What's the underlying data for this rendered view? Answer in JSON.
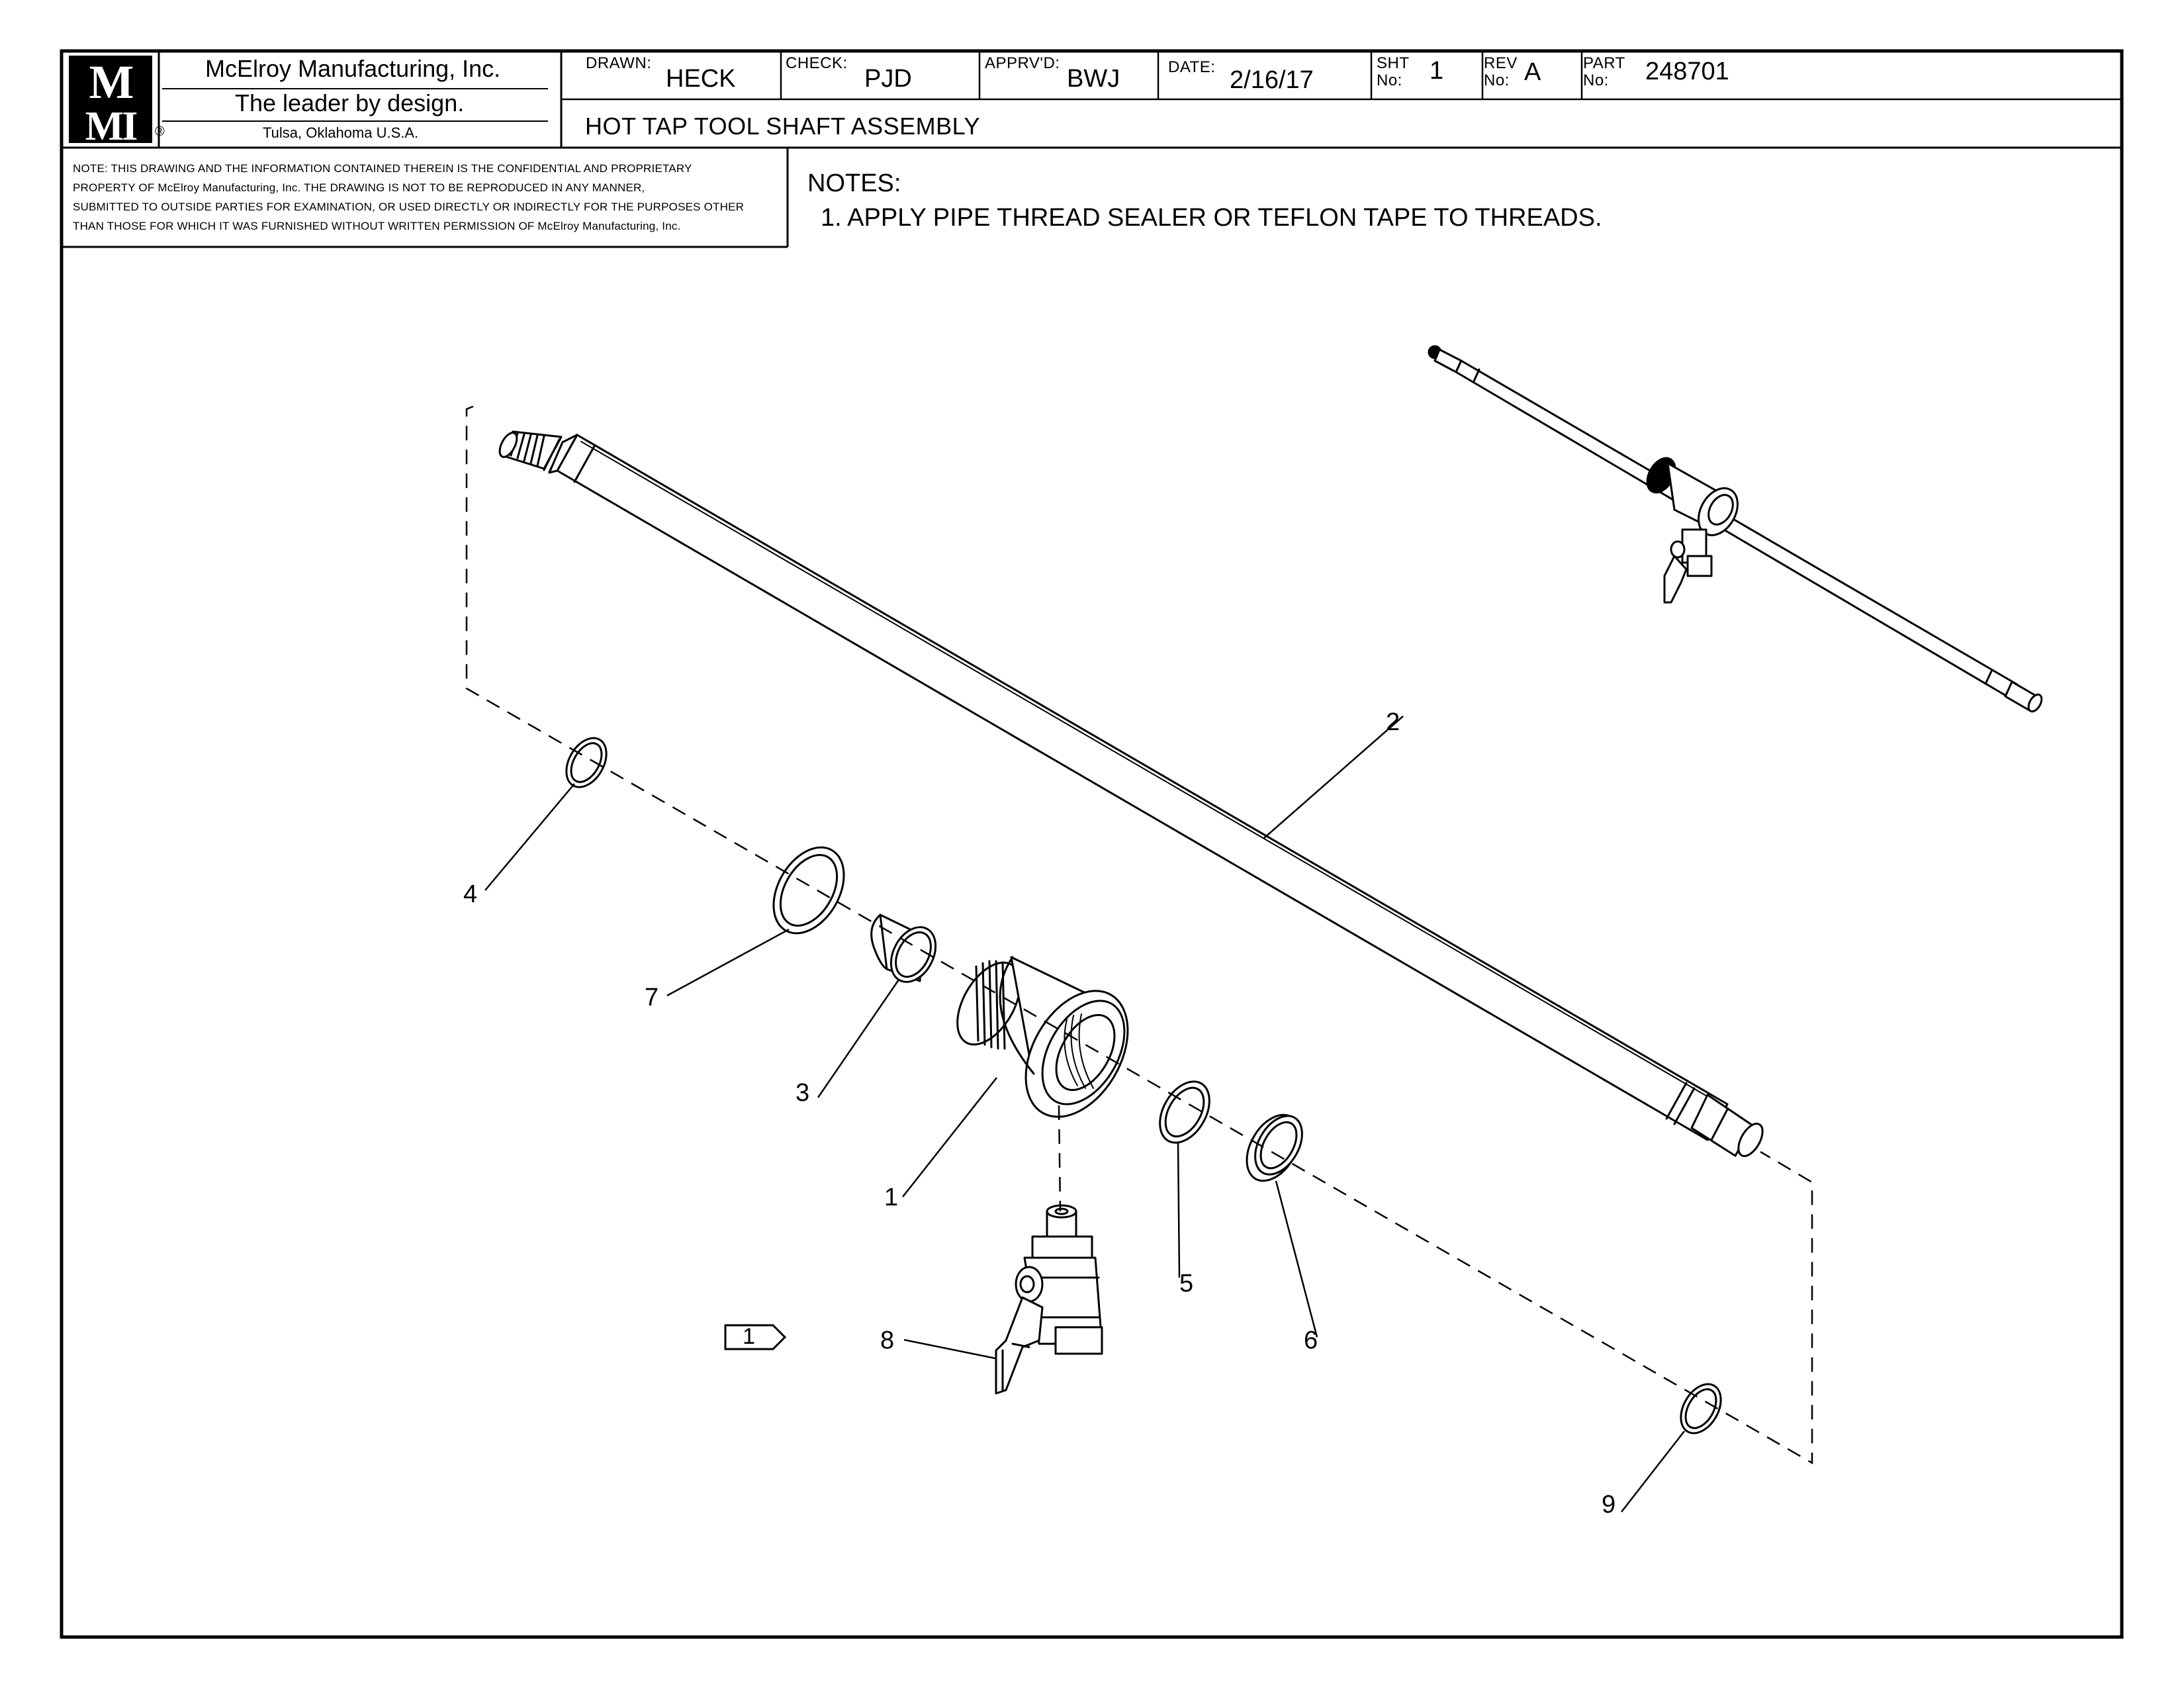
{
  "title_block": {
    "logo_text": "MMI",
    "company_name": "McElroy Manufacturing, Inc.",
    "tagline": "The leader by design.",
    "location": "Tulsa, Oklahoma U.S.A.",
    "registered_mark": "®",
    "drawn_label": "DRAWN:",
    "drawn_value": "HECK",
    "check_label": "CHECK:",
    "check_value": "PJD",
    "apprvd_label": "APPRV'D:",
    "apprvd_value": "BWJ",
    "date_label": "DATE:",
    "date_value": "2/16/17",
    "sht_label_1": "SHT",
    "sht_label_2": "No:",
    "sht_value": "1",
    "rev_label_1": "REV",
    "rev_label_2": "No:",
    "rev_value": "A",
    "part_label_1": "PART",
    "part_label_2": "No:",
    "part_value": "248701",
    "drawing_title": "HOT TAP TOOL SHAFT ASSEMBLY"
  },
  "confidential_notice": {
    "line1": "NOTE: THIS DRAWING AND THE INFORMATION CONTAINED THEREIN IS THE CONFIDENTIAL AND PROPRIETARY",
    "line2": "PROPERTY OF McElroy Manufacturing, Inc. THE DRAWING IS NOT TO BE REPRODUCED IN ANY MANNER,",
    "line3": "SUBMITTED TO OUTSIDE PARTIES FOR EXAMINATION, OR USED DIRECTLY OR INDIRECTLY FOR THE PURPOSES OTHER",
    "line4": "THAN THOSE FOR WHICH IT WAS FURNISHED WITHOUT WRITTEN PERMISSION OF McElroy Manufacturing, Inc."
  },
  "notes": {
    "heading": "NOTES:",
    "items": [
      "1. APPLY PIPE THREAD SEALER OR TEFLON TAPE TO THREADS."
    ]
  },
  "note_flag": "1",
  "callouts": [
    "1",
    "2",
    "3",
    "4",
    "5",
    "6",
    "7",
    "8",
    "9"
  ],
  "colors": {
    "line": "#000000",
    "background": "#ffffff"
  }
}
